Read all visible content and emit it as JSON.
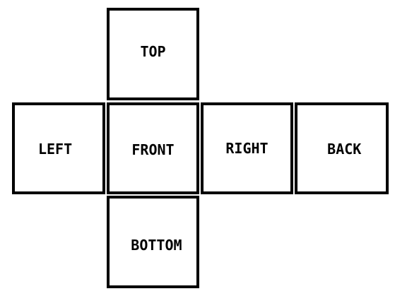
{
  "net": {
    "faces": {
      "top": {
        "label": "TOP"
      },
      "left": {
        "label": "LEFT"
      },
      "front": {
        "label": "FRONT"
      },
      "right": {
        "label": "RIGHT"
      },
      "back": {
        "label": "BACK"
      },
      "bottom": {
        "label": "BOTTOM"
      }
    },
    "colors": {
      "stroke": "#000000",
      "fill": "#ffffff",
      "text": "#000000"
    }
  }
}
